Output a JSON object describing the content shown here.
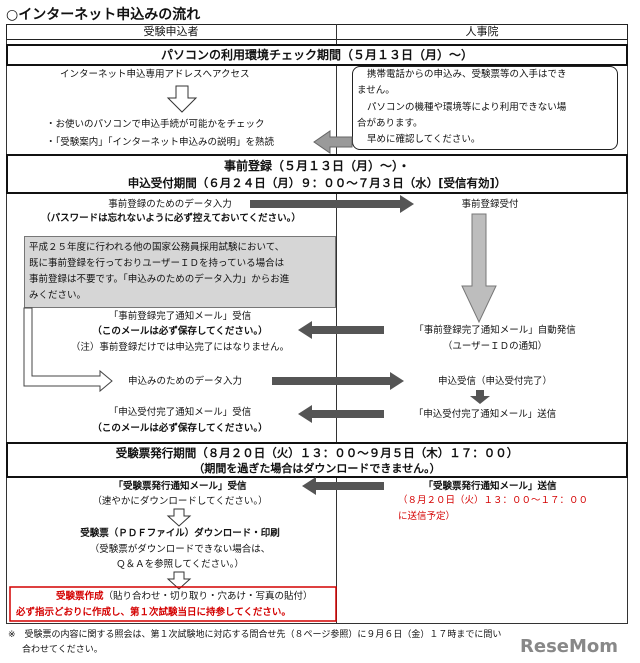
{
  "title": "○インターネット申込みの流れ",
  "columns": {
    "left": "受験申込者",
    "right": "人事院"
  },
  "phase1": {
    "header": "パソコンの利用環境チェック期間（５月１３日（月）～）",
    "left_access": "インターネット申込専用アドレスへアクセス",
    "left_check": "・お使いのパソコンで申込手続が可能かをチェック",
    "left_read": "・「受験案内」「インターネット申込みの説明」を熟読",
    "note_line1": "携帯電話からの申込み、受験票等の入手はでき",
    "note_line2": "ません。",
    "note_line3": "パソコンの機種や環境等により利用できない場",
    "note_line4": "合があります。",
    "note_line5": "早めに確認してください。"
  },
  "phase2": {
    "header_line1": "事前登録（５月１３日（月）～）・",
    "header_line2": "申込受付期間（６月２４日（月）９：００～７月３日（水）[受信有効]）",
    "data_entry": "事前登録のためのデータ入力",
    "password_note": "（パスワードは忘れないように必ず控えておいてください。）",
    "pre_reg_receipt": "事前登録受付",
    "gray_line1": "平成２５年度に行われる他の国家公務員採用試験において、",
    "gray_line2": "既に事前登録を行っておりユーザーＩＤを持っている場合は",
    "gray_line3": "事前登録は不要です。「申込みのためのデータ入力」からお進",
    "gray_line4": "みください。",
    "completion_receive": "「事前登録完了通知メール」受信",
    "save_mail1": "（このメールは必ず保存してください。）",
    "note_not_complete": "（注）事前登録だけでは申込完了にはなりません。",
    "auto_send": "「事前登録完了通知メール」自動発信",
    "user_id_notice": "（ユーザーＩＤの通知）",
    "apply_entry": "申込みのためのデータ入力",
    "apply_received": "申込受信（申込受付完了）",
    "accept_receive": "「申込受付完了通知メール」受信",
    "save_mail2": "（このメールは必ず保存してください。）",
    "accept_send": "「申込受付完了通知メール」送信"
  },
  "phase3": {
    "header_line1": "受験票発行期間（８月２０日（火）１３：００～９月５日（木）１７：００）",
    "header_line2": "（期間を過ぎた場合はダウンロードできません。）",
    "issue_receive": "「受験票発行通知メール」受信",
    "download_quick": "（速やかにダウンロードしてください。）",
    "pdf_download": "受験票（ＰＤＦファイル）ダウンロード・印刷",
    "pdf_note1": "（受験票がダウンロードできない場合は、",
    "pdf_note2": "Ｑ＆Ａを参照してください。）",
    "make_ticket": "受験票作成",
    "make_ticket_detail": "（貼り合わせ・切り取り・穴あけ・写真の貼付）",
    "make_warning": "必ず指示どおりに作成し、第１次試験当日に持参してください。",
    "issue_send": "「受験票発行通知メール」送信",
    "schedule_line1": "（８月２０日（火）１３：００～１７：００",
    "schedule_line2": "に送信予定）"
  },
  "footnote_line1": "※　受験票の内容に関する照会は、第１次試験地に対応する問合せ先（８ページ参照）に９月６日（金）１７時までに問い",
  "footnote_line2": "合わせてください。",
  "watermark": "ReseMom",
  "colors": {
    "arrow_dark": "#555555",
    "arrow_light": "#bdbdbd",
    "gray_box": "#d6d6d6",
    "warning": "#d40000"
  }
}
